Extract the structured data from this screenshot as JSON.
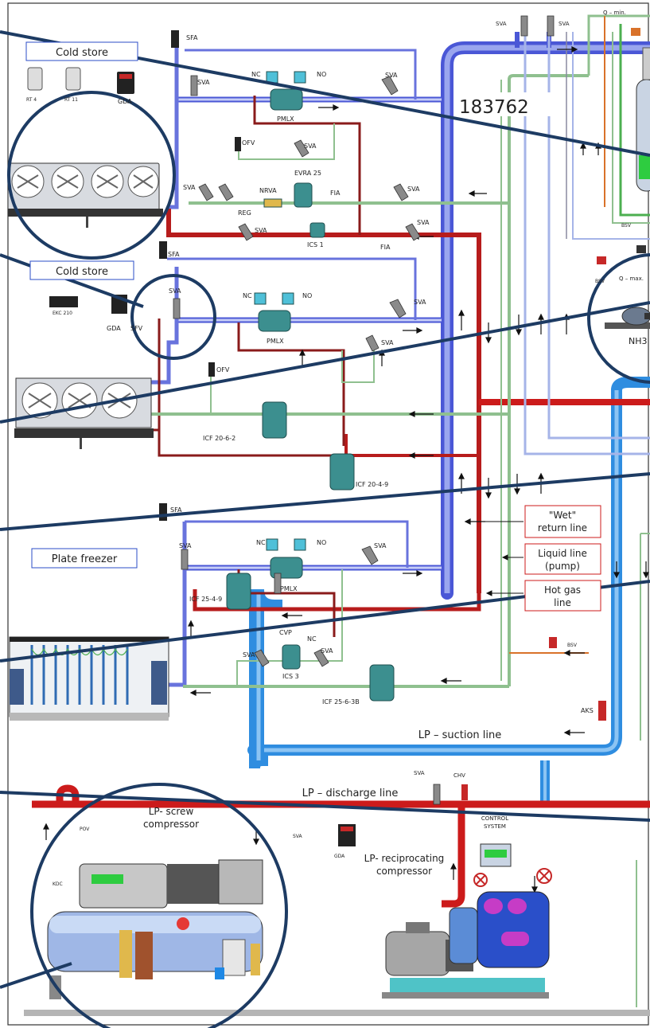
{
  "id_number": "183762",
  "zones": {
    "cold_store_1": "Cold store",
    "cold_store_2": "Cold store",
    "plate_freezer": "Plate freezer"
  },
  "legend": {
    "wet_return": [
      "\"Wet\"",
      "return line"
    ],
    "liquid_pump": [
      "Liquid line",
      "(pump)"
    ],
    "hot_gas": [
      "Hot gas",
      "line"
    ]
  },
  "lines": {
    "lp_suction": "LP – suction line",
    "lp_discharge": "LP – discharge line"
  },
  "compressors": {
    "screw": [
      "LP- screw",
      "compressor"
    ],
    "recip": [
      "LP- reciprocating",
      "compressor"
    ],
    "control": [
      "CONTROL",
      "SYSTEM"
    ]
  },
  "components": {
    "sfa": "SFA",
    "sva": "SVA",
    "nc": "NC",
    "no": "NO",
    "pmlx": "PMLX",
    "ofv": "OFV",
    "evra25": "EVRA 25",
    "nrva": "NRVA",
    "reg": "REG",
    "fia": "FIA",
    "ics1": "ICS 1",
    "ics3": "ICS 3",
    "cvp": "CVP",
    "sfv": "SFV",
    "icf_20_6_2": "ICF 20-6-2",
    "icf_20_4_9": "ICF 20-4-9",
    "icf_25_4_9": "ICF 25-4-9",
    "icf_25_6_3b": "ICF 25-6-3B",
    "rt4": "RT 4",
    "rt11": "RT 11",
    "gda": "GDA",
    "ekc210": "EKC 210",
    "bsv": "BSV",
    "aks": "AKS",
    "chv": "CHV",
    "pov": "POV",
    "kdc": "KDC",
    "q_min": "Q – min.",
    "q_max": "Q – max.",
    "nh3": "NH3"
  },
  "colors": {
    "suction": "#4a57d6",
    "suction_light": "#9aa6ee",
    "lp_blue": "#2f8de0",
    "hot_gas": "#cc1b1b",
    "dark_red": "#8a1b1b",
    "liquid": "#8fc08f",
    "orange": "#d9722a",
    "callout": "#1d3b63"
  }
}
